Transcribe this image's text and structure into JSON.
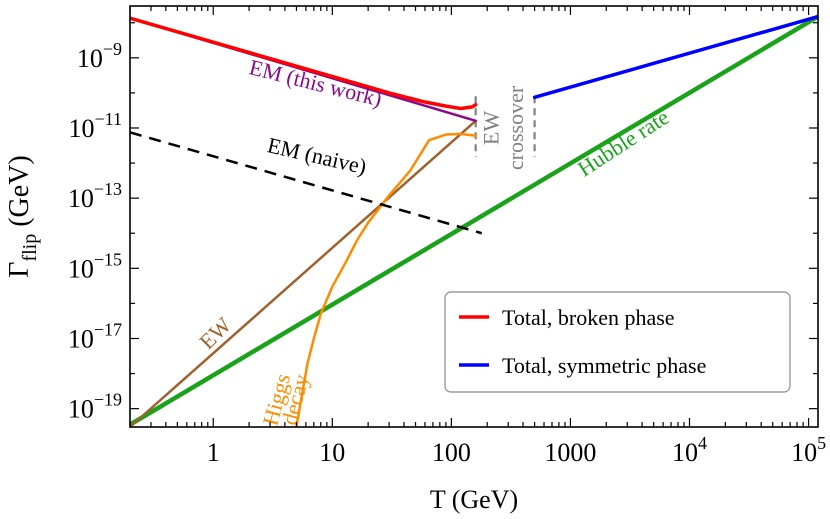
{
  "chart_data": {
    "type": "line",
    "title": "",
    "xlabel": "T (GeV)",
    "ylabel": {
      "main": "Γ",
      "sub": "flip",
      "unit": " (GeV)"
    },
    "xscale": "log",
    "yscale": "log",
    "xlim": [
      0.2,
      120000
    ],
    "ylim": [
      3e-20,
      3e-08
    ],
    "grid": false,
    "xticks": [
      {
        "value": 1,
        "label": "1"
      },
      {
        "value": 10,
        "label": "10"
      },
      {
        "value": 100,
        "label": "100"
      },
      {
        "value": 1000,
        "label": "1000"
      },
      {
        "value": 10000,
        "label": "10",
        "exp": "4"
      },
      {
        "value": 100000,
        "label": "10",
        "exp": "5"
      }
    ],
    "yticks": [
      {
        "value": 1e-19,
        "label": "10",
        "exp": "−19"
      },
      {
        "value": 1e-17,
        "label": "10",
        "exp": "−17"
      },
      {
        "value": 1e-15,
        "label": "10",
        "exp": "−15"
      },
      {
        "value": 1e-13,
        "label": "10",
        "exp": "−13"
      },
      {
        "value": 1e-11,
        "label": "10",
        "exp": "−11"
      },
      {
        "value": 1e-09,
        "label": "10",
        "exp": "−9"
      }
    ],
    "legend": {
      "position": "lower-right",
      "entries": [
        {
          "label": "Total, broken phase",
          "color": "#ff0000"
        },
        {
          "label": "Total, symmetric phase",
          "color": "#0000ff"
        }
      ]
    },
    "series": [
      {
        "id": "hubble",
        "name": "Hubble rate",
        "color": "#1aa31a",
        "width": 4.5,
        "points": [
          [
            0.2,
            3.5e-20
          ],
          [
            120000,
            1.5e-08
          ]
        ]
      },
      {
        "id": "ew",
        "name": "EW",
        "color": "#a0622d",
        "width": 2.5,
        "points": [
          [
            0.2,
            3e-20
          ],
          [
            160,
            1.6e-11
          ]
        ]
      },
      {
        "id": "higgs",
        "name": "Higgs decay",
        "color": "#ff8c00",
        "width": 2.5,
        "points": [
          [
            5.0,
            3e-20
          ],
          [
            5.5,
            2e-19
          ],
          [
            6.2,
            2e-18
          ],
          [
            7.0,
            1e-17
          ],
          [
            8.0,
            5e-17
          ],
          [
            10,
            3e-16
          ],
          [
            13,
            1.5e-15
          ],
          [
            16,
            6e-15
          ],
          [
            20,
            2e-14
          ],
          [
            30,
            1.2e-13
          ],
          [
            45,
            6e-13
          ],
          [
            65,
            4.5e-12
          ],
          [
            90,
            6.5e-12
          ],
          [
            120,
            6.8e-12
          ],
          [
            160,
            6e-12
          ]
        ]
      },
      {
        "id": "em_this_work",
        "name": "EM (this work)",
        "color": "#8b0a8b",
        "width": 2.5,
        "points": [
          [
            0.2,
            1.35e-08
          ],
          [
            160,
            1.6e-11
          ]
        ]
      },
      {
        "id": "em_naive",
        "name": "EM (naive)",
        "color": "#000000",
        "width": 2.5,
        "dash": "12,8",
        "points": [
          [
            0.2,
            7.5e-12
          ],
          [
            180,
            1e-14
          ]
        ]
      },
      {
        "id": "total_broken",
        "name": "Total, broken phase",
        "color": "#ff0000",
        "width": 3.5,
        "points": [
          [
            0.2,
            1.35e-08
          ],
          [
            30,
            1e-10
          ],
          [
            60,
            5.5e-11
          ],
          [
            90,
            4.2e-11
          ],
          [
            120,
            3.6e-11
          ],
          [
            150,
            4e-11
          ],
          [
            160,
            4.6e-11
          ]
        ]
      },
      {
        "id": "total_symmetric",
        "name": "Total, symmetric phase",
        "color": "#0000ff",
        "width": 3.5,
        "points": [
          [
            500,
            7.5e-11
          ],
          [
            120000,
            1.5e-08
          ]
        ]
      }
    ],
    "crossover_lines": [
      160,
      500
    ],
    "annotations": [
      {
        "text": "EM (this work)",
        "color": "#8b0a8b",
        "x": 7,
        "y": 1.2e-10,
        "rotate": 14,
        "size": 22
      },
      {
        "text": "EM (naive)",
        "color": "#000000",
        "x": 7.2,
        "y": 1e-12,
        "rotate": 13,
        "size": 22
      },
      {
        "text": "EW",
        "color": "#a0622d",
        "x": 1.15,
        "y": 1e-17,
        "rotate": -45,
        "size": 22
      },
      {
        "text": "Higgs",
        "color": "#ff8c00",
        "x": 3.9,
        "y": 1.6e-19,
        "rotate": -75,
        "size": 22
      },
      {
        "text": "decay",
        "color": "#ff8c00",
        "x": 5.6,
        "y": 1.6e-19,
        "rotate": -75,
        "size": 22
      },
      {
        "text": "Hubble rate",
        "color": "#1aa31a",
        "x": 3000,
        "y": 2.5e-12,
        "rotate": -33,
        "size": 22
      },
      {
        "text": "EW",
        "color": "#808080",
        "x": 250,
        "y": 1e-11,
        "rotate": -90,
        "size": 22
      },
      {
        "text": "crossover",
        "color": "#808080",
        "x": 400,
        "y": 1e-11,
        "rotate": -90,
        "size": 22
      }
    ]
  }
}
